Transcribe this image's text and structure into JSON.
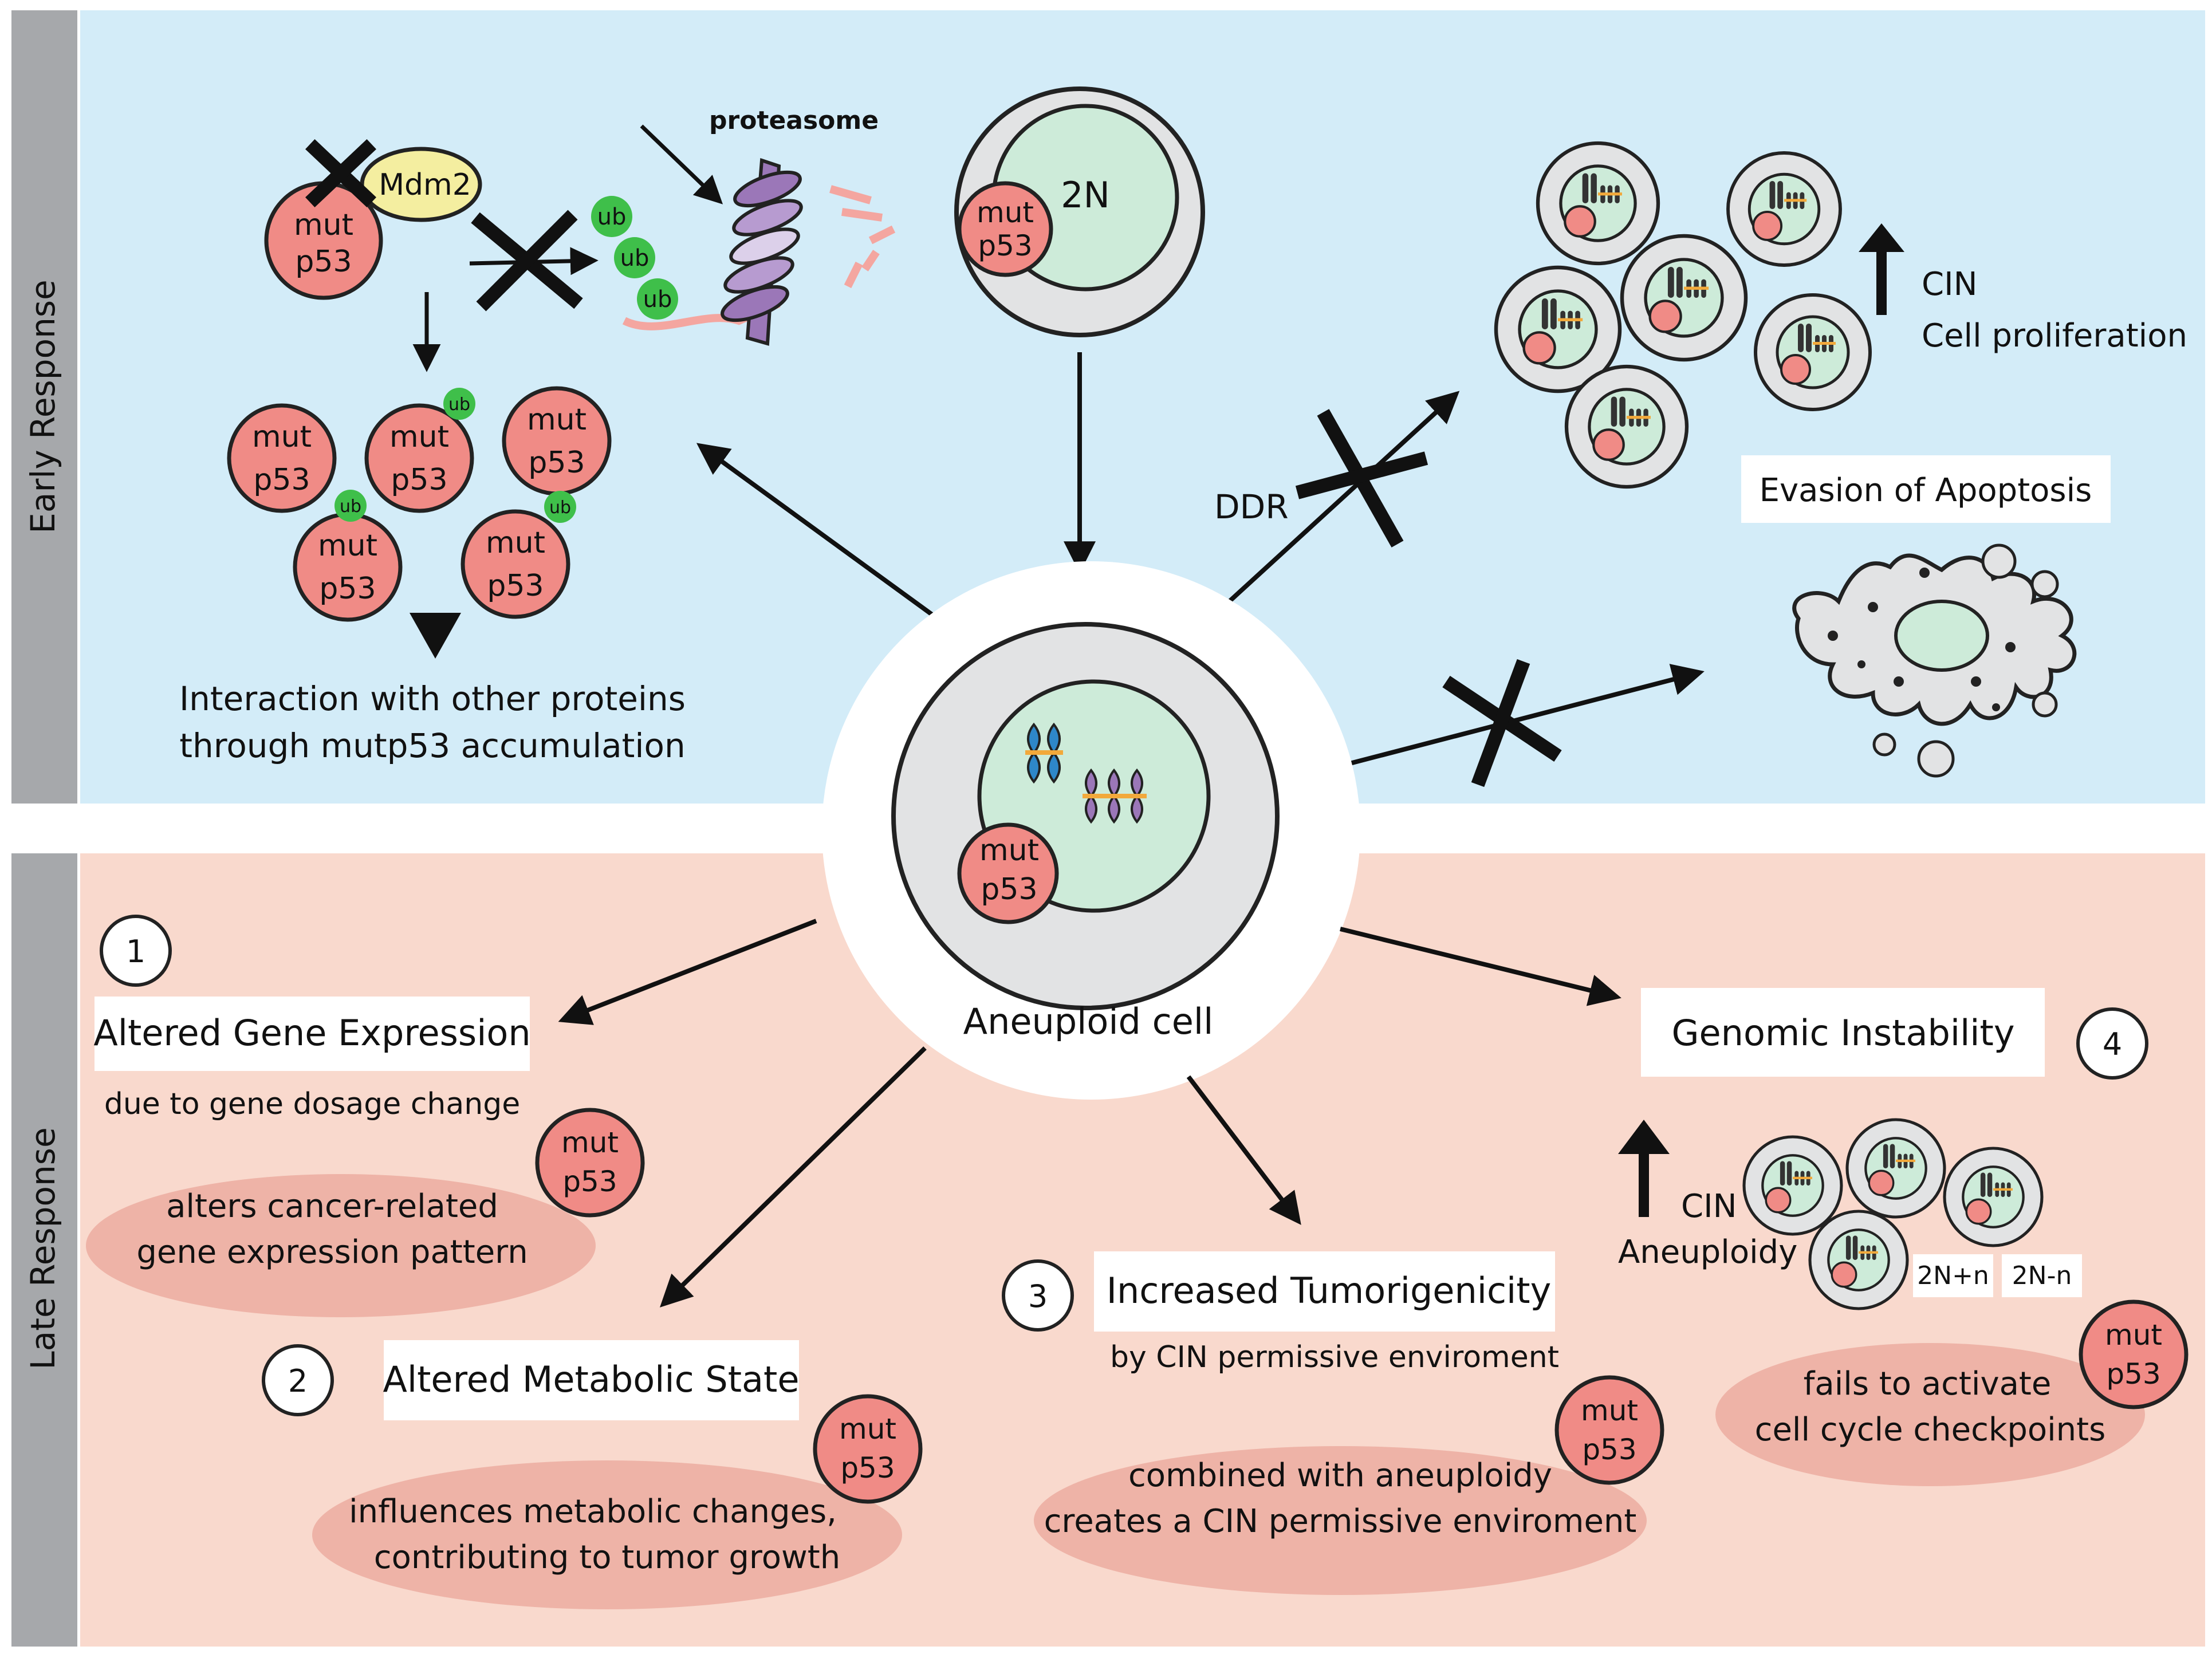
{
  "sections": {
    "early_label": "Early Response",
    "late_label": "Late Response"
  },
  "mutp53": {
    "line1": "mut",
    "line2": "p53"
  },
  "early": {
    "mdm2": "Mdm2",
    "ub": "ub",
    "proteasome": "proteasome",
    "normal_cell": "2N",
    "interaction_line1": "Interaction with other proteins",
    "interaction_line2": "through mutp53 accumulation",
    "ddr": "DDR",
    "cin": "CIN",
    "cell_proliferation": "Cell proliferation",
    "evasion_apoptosis": "Evasion of Apoptosis"
  },
  "center": {
    "aneuploid_cell": "Aneuploid cell"
  },
  "late": {
    "item1": {
      "number": "1",
      "title": "Altered Gene Expression",
      "subtitle": "due to gene dosage change",
      "effect_line1": "alters cancer-related",
      "effect_line2": "gene expression pattern"
    },
    "item2": {
      "number": "2",
      "title": "Altered Metabolic State",
      "effect_line1": "influences metabolic changes,",
      "effect_line2": "contributing to tumor growth"
    },
    "item3": {
      "number": "3",
      "title": "Increased Tumorigenicity",
      "subtitle": "by CIN permissive enviroment",
      "effect_line1": "combined with aneuploidy",
      "effect_line2": "creates a CIN permissive enviroment"
    },
    "item4": {
      "number": "4",
      "title": "Genomic Instability",
      "cin": "CIN",
      "aneuploidy": "Aneuploidy",
      "label_gain": "2N+n",
      "label_loss": "2N-n",
      "effect_line1": "fails to activate",
      "effect_line2": "cell cycle checkpoints"
    }
  },
  "colors": {
    "early_bg": "#d3ecf8",
    "late_bg": "#f9d9cd",
    "side_bar": "#a6a8ab",
    "mutp53_fill": "#f08b86",
    "nucleus_fill": "#cdebd9",
    "cell_fill": "#e2e3e4",
    "ub_green": "#3fbf4a",
    "mdm2_fill": "#f4eea0",
    "oval_fill": "#eeb3a7",
    "proteasome_purple": "#9b77b8"
  },
  "icons": {
    "inhibition": "x-cross-icon",
    "arrow": "arrow-icon",
    "increase": "up-arrow-icon"
  }
}
